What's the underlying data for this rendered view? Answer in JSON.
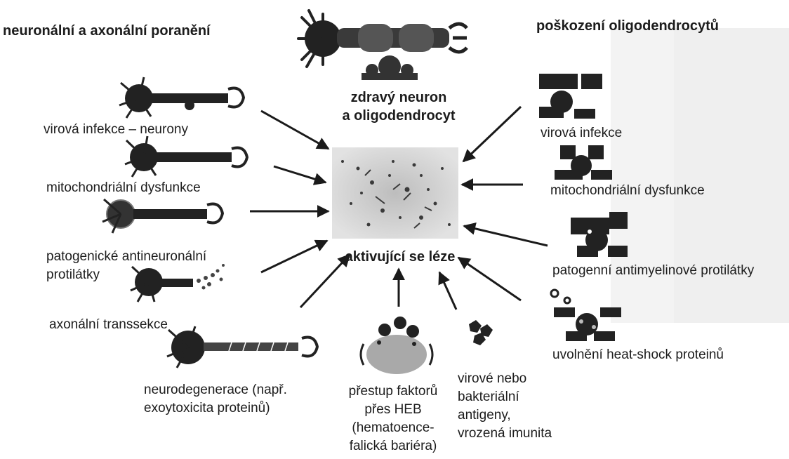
{
  "headers": {
    "left": "neuronální a axonální poranění",
    "right": "poškození oligodendrocytů"
  },
  "center": {
    "healthy_line1": "zdravý neuron",
    "healthy_line2": "a oligodendrocyt",
    "lesion": "aktivující se léze"
  },
  "left_items": {
    "viral": "virová infekce – neurony",
    "mito": "mitochondriální dysfunkce",
    "pathogenic_line1": "patogenické antineuronální",
    "pathogenic_line2": "protilátky",
    "axonal": "axonální transsekce",
    "neurodeg_line1": "neurodegenerace (např.",
    "neurodeg_line2": "exoytoxicita proteinů)"
  },
  "bottom_items": {
    "heb_line1": "přestup faktorů",
    "heb_line2": "přes HEB",
    "heb_line3": "(hematoence-",
    "heb_line4": "falická bariéra)",
    "antigen_line1": "virové nebo",
    "antigen_line2": "bakteriální",
    "antigen_line3": "antigeny,",
    "antigen_line4": "vrozená imunita"
  },
  "right_items": {
    "viral": "virová infekce",
    "mito": "mitochondriální dysfunkce",
    "antimyelin": "patogenní antimyelinové protilátky",
    "heatshock": "uvolnění heat-shock proteinů"
  },
  "colors": {
    "ink": "#1a1a1a",
    "cell_fill": "#2a2a2a",
    "lesion_bg": "#d9d9d9",
    "lesion_spots": "#3a3a3a",
    "heb_fill": "#a9a9a9",
    "background_gray": "#f1f1f1"
  }
}
